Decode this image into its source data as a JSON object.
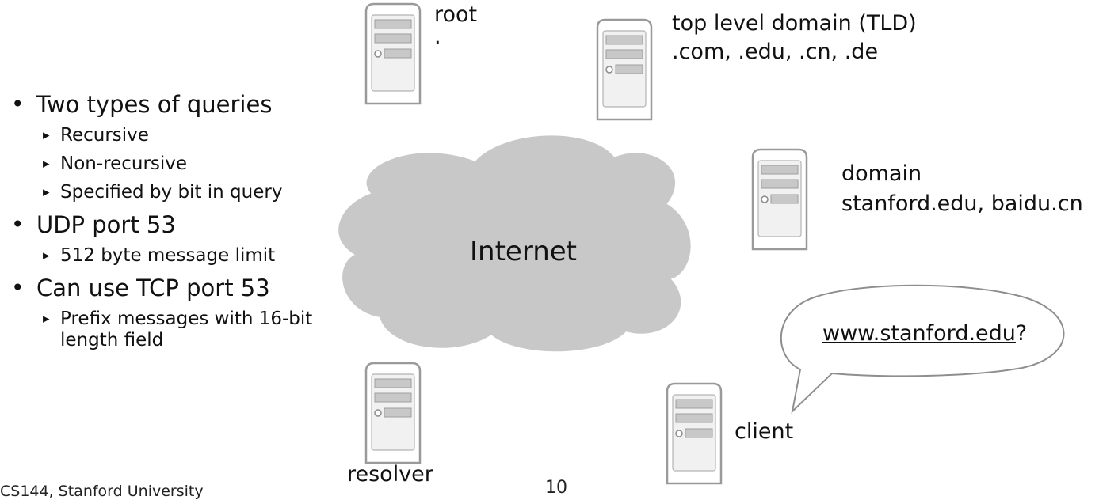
{
  "bullets": [
    {
      "text": "Two types of queries",
      "sub": [
        "Recursive",
        "Non-recursive",
        "Specified by bit in query"
      ]
    },
    {
      "text": "UDP port 53",
      "sub": [
        "512 byte message limit"
      ]
    },
    {
      "text": "Can use TCP port 53",
      "sub": [
        "Prefix messages with 16-bit length field"
      ]
    }
  ],
  "cloud": {
    "label": "Internet"
  },
  "servers": {
    "root": {
      "line1": "root",
      "line2": "."
    },
    "tld": {
      "line1": "top level domain (TLD)",
      "line2": ".com, .edu, .cn, .de"
    },
    "domain": {
      "line1": "domain",
      "line2": "stanford.edu, baidu.cn"
    },
    "resolver": {
      "line1": "resolver"
    },
    "client": {
      "line1": "client"
    }
  },
  "speech": {
    "link": "www.stanford.edu",
    "suffix": "?"
  },
  "footer": {
    "course": "CS144, Stanford University",
    "page": "10"
  },
  "colors": {
    "cloud": "#c8c8c8",
    "server_outline": "#9a9a9a"
  }
}
